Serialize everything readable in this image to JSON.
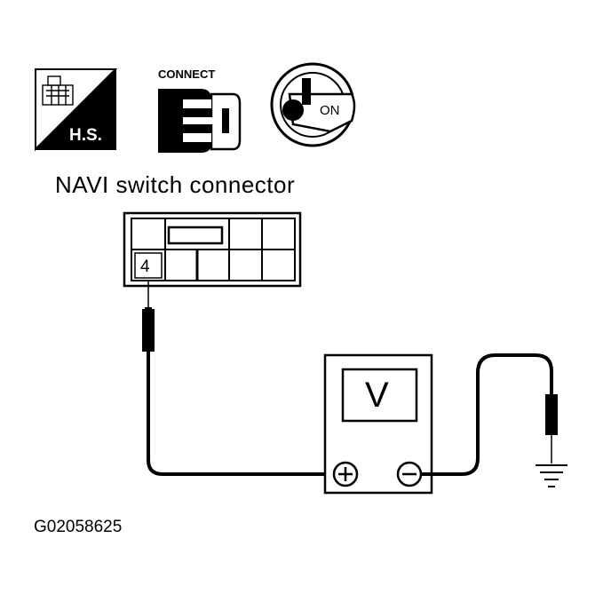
{
  "title": "NAVI switch connector",
  "figure_id": "G02058625",
  "icons": {
    "harness_connector": {
      "name": "harness-connector-hs-icon",
      "label": "H.S."
    },
    "connect": {
      "name": "connect-icon",
      "label": "CONNECT"
    },
    "ignition_key": {
      "name": "ignition-key-on-icon",
      "label": "ON"
    }
  },
  "connector": {
    "pin_label": "4"
  },
  "meter": {
    "unit": "V"
  }
}
